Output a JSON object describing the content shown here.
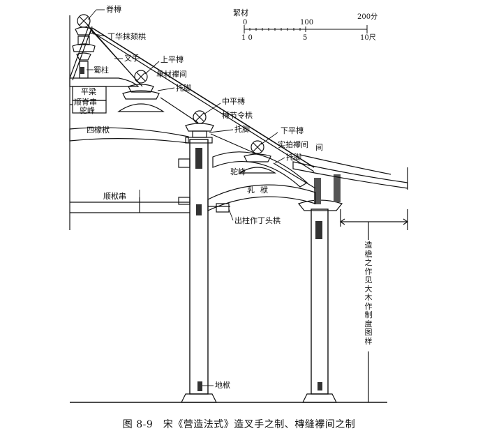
{
  "labels": {
    "ji_tuan": "脊槫",
    "dinghua": "丁华抹颏栱",
    "chashou": "叉手",
    "shang_ping_tuan": "上平槫",
    "dancai_xiangjian": "单材襻间",
    "shu_zhu": "蜀柱",
    "ping_liang": "平梁",
    "tuo_jiao_1": "托脚",
    "lin_ji_chuan": "顺脊串",
    "tuo_bo": "驼峰",
    "zhong_ping_tuan": "中平槫",
    "tuan_jie_ling_gong": "槫节令栱",
    "si_chuan_fu": "四椽栿",
    "tuo_jiao_2": "托脚",
    "xia_ping_tuan": "下平槫",
    "shi_pai_xiangjian": "实拍襻间",
    "tuo_jiao_3": "托脚",
    "tuo_feng": "驼峰",
    "ru_fu": "乳栿",
    "shun_fu_chuan": "顺栿串",
    "chu_zhu": "出柱作丁头栱",
    "di_fu": "地栿",
    "jian": "间",
    "vertical_note": "造檐之作见大木作制度图样"
  },
  "scale": {
    "title": "絜材",
    "top_ticks": [
      "0",
      "100",
      "200分"
    ],
    "bottom_ticks": [
      "1 0",
      "5",
      "10尺"
    ]
  },
  "caption": "图 8-9　宋《营造法式》造叉手之制、槫缝襻间之制"
}
